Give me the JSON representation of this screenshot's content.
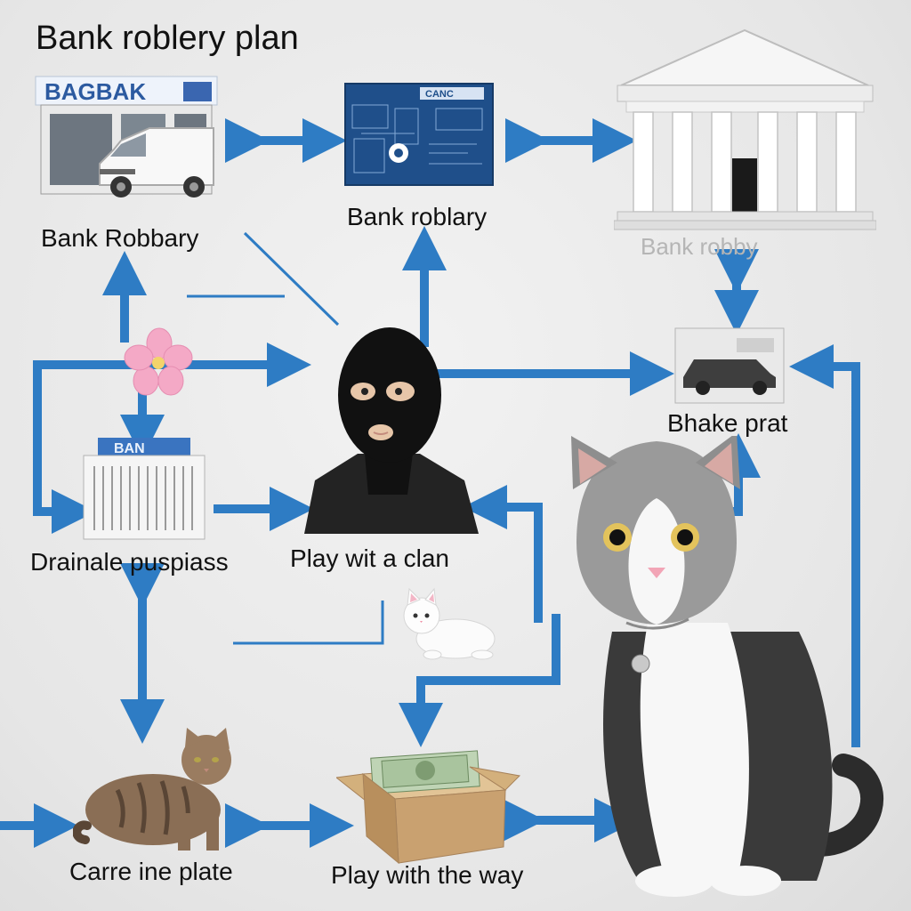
{
  "title": "Bank roblery plan",
  "labels": {
    "storefront": "Bank Robbary",
    "blueprint": "Bank roblary",
    "bank_building": "Bank robby",
    "getaway_car": "Bhake prat",
    "atm_machine": "Drainale puspiass",
    "masked_robber": "Play wit a clan",
    "tabby_cat": "Carre ine plate",
    "money_box": "Play with the way"
  },
  "image_text": {
    "storefront_sign": "BAGBAK",
    "blueprint_header": "CANC",
    "atm_sign": "BAN"
  },
  "colors": {
    "arrow": "#2e7cc4",
    "mask": "#111111",
    "flower": "#f4a9c6",
    "building": "#f4f4f4",
    "box": "#c9a170"
  },
  "icons": [
    "storefront",
    "delivery-van",
    "blueprint",
    "bank-building",
    "getaway-car",
    "atm-machine",
    "masked-robber",
    "flower",
    "kitten",
    "tabby-cat",
    "money-box",
    "gray-white-cat"
  ]
}
